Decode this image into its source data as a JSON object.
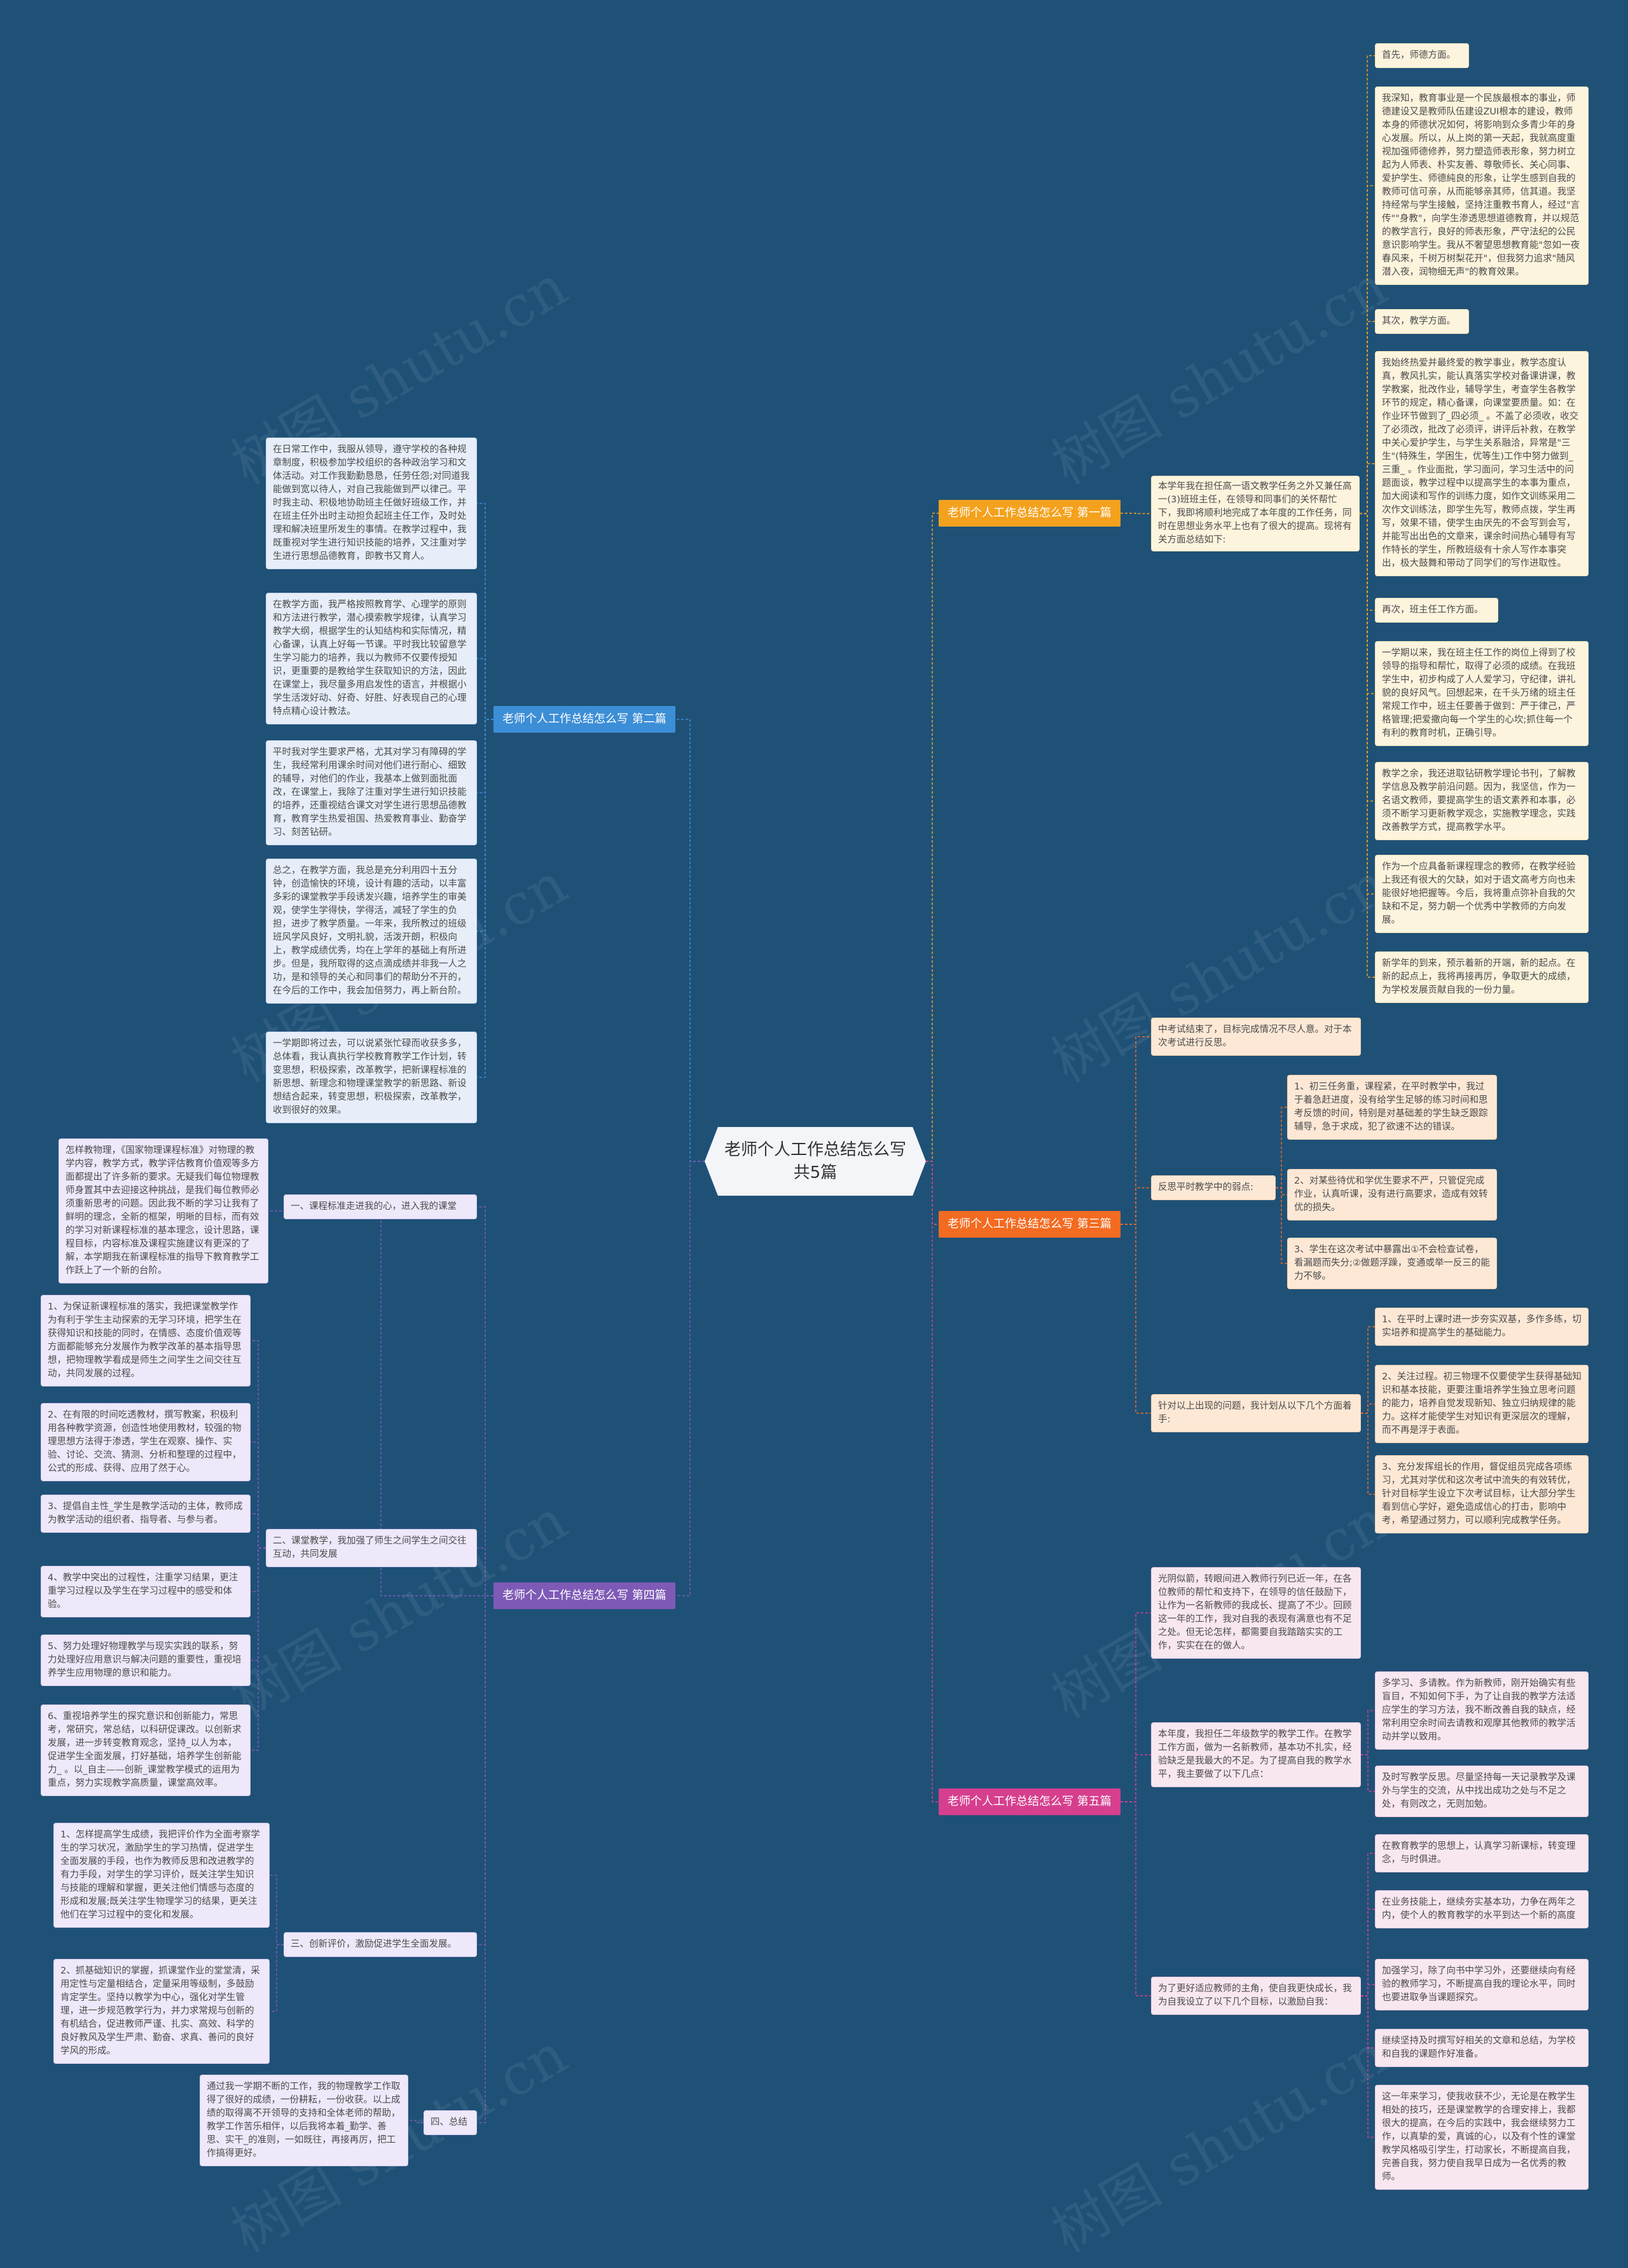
{
  "watermark": "树图 shutu.cn",
  "colors": {
    "background": "#1f5177",
    "branch1": "#f4a11d",
    "branch2": "#3c8ed6",
    "branch3": "#f36b21",
    "branch4": "#7e5ab6",
    "branch5": "#d63f8e"
  },
  "root": "老师个人工作总结怎么写共5篇",
  "b1": {
    "title": "老师个人工作总结怎么写 第一篇",
    "intro": "本学年我在担任高一语文教学任务之外又兼任高一(3)班班主任，在领导和同事们的关怀帮忙下，我即将顺利地完成了本年度的工作任务，同时在思想业务水平上也有了很大的提高。现将有关方面总结如下:",
    "items": [
      "首先，师德方面。",
      "我深知，教育事业是一个民族最根本的事业，师德建设又是教师队伍建设ZUI根本的建设，教师本身的师德状况如何，将影响到众多青少年的身心发展。所以，从上岗的第一天起，我就高度重视加强师德修养，努力塑造师表形象，努力树立起为人师表、朴实友善、尊敬师长、关心同事、爱护学生、师德純良的形象，让学生感到自我的教师可信可亲，从而能够亲其师，信其道。我坚持经常与学生接触，坚持注重教书育人，经过\"言传\"\"身教\"，向学生渗透思想道德教育，并以规范的教学言行，良好的师表形象，严守法纪的公民意识影响学生。我从不奢望思想教育能\"忽如一夜春风来，千树万树梨花开\"，但我努力追求\"随风潜入夜，润物细无声\"的教育效果。",
      "其次，教学方面。",
      "我始终热爱并最终爱的教学事业，教学态度认真，教风扎实，能认真落实学校对备课讲课，教学教案，批改作业，辅导学生，考查学生各教学环节的规定，精心备课，向课堂要质量。如：在作业环节做到了_四必须_ 。不盖了必须收，收交了必须改，批改了必须评，讲评后补救，在教学中关心爱护学生，与学生关系融洽，异常是\"三生\"(特殊生，学困生，优等生)工作中努力做到_三重_ 。作业面批，学习面问，学习生活中的问题面谈，教学过程中以提高学生的本事为重点，加大阅读和写作的训练力度，如作文训练采用二次作文训练法，即学生先写，教师点拨，学生再写，效果不错，使学生由厌先的不会写到会写，并能写出出色的文章来，课余时间热心辅导有写作特长的学生，所教班级有十余人写作本事突出，极大鼓舞和带动了同学们的写作进取性。",
      "再次，班主任工作方面。",
      "一学期以来，我在班主任工作的岗位上得到了校领导的指导和帮忙，取得了必须的成绩。在我班学生中，初步构成了人人爱学习，守纪律，讲礼貌的良好风气。回想起来，在千头万绪的班主任常规工作中，班主任要善于做到：严于律己，严格管理;把爱撒向每一个学生的心坎;抓住每一个有利的教育时机，正确引导。",
      "教学之余，我还进取钻研教学理论书刊，了解教学信息及教学前沿问题。因为，我坚信，作为一名语文教师，要提高学生的语文素养和本事，必须不断学习更新教学观念，实施教学理念，实践改善教学方式，提高教学水平。",
      "作为一个应具备新课程理念的教师，在教学经验上我还有很大的欠缺，如对于语文高考方向也未能很好地把握等。今后，我将重点弥补自我的欠缺和不足，努力朝一个优秀中学教师的方向发展。",
      "新学年的到来，预示着新的开端，新的起点。在新的起点上，我将再接再厉，争取更大的成绩，为学校发展贡献自我的一份力量。"
    ]
  },
  "b2": {
    "title": "老师个人工作总结怎么写 第二篇",
    "items": [
      "在日常工作中，我服从领导，遵守学校的各种规章制度，积极参加学校组织的各种政治学习和文体活动。对工作我勤勤恳恳，任劳任怨;对同道我能做到宽以待人，对自己我能做到严以律己。平时我主动、积极地协助班主任做好班级工作，并在班主任外出时主动担负起班主任工作，及时处理和解决班里所发生的事情。在教学过程中，我既重视对学生进行知识技能的培养，又注重对学生进行思想品德教育，即教书又育人。",
      "在教学方面，我严格按照教育学、心理学的原则和方法进行教学，潜心摸索教学规律，认真学习教学大纲，根据学生的认知结构和实际情况，精心备课，认真上好每一节课。平时我比较留意学生学习能力的培养，我以为教师不仅要传授知识，更重要的是教给学生获取知识的方法，因此在课堂上，我尽量多用启发性的语言，并根据小学生活泼好动、好奇、好胜、好表现自己的心理特点精心设计教法。",
      "平时我对学生要求严格，尤其对学习有障碍的学生，我经常利用课余时间对他们进行耐心、细致的辅导，对他们的作业，我基本上做到面批面改，在课堂上，我除了注重对学生进行知识技能的培养，还重视结合课文对学生进行思想品德教育，教育学生热爱祖国、热爱教育事业、勤奋学习、刻苦钻研。",
      "总之，在教学方面，我总是充分利用四十五分钟，创造愉快的环境，设计有趣的活动，以丰富多彩的课堂教学手段诱发兴趣，培养学生的审美观，使学生学得快，学得活，减轻了学生的负担，进步了教学质量。一年来，我所教过的班级班风学风良好，文明礼貌，活泼开朗，积极向上，教学成绩优秀，均在上学年的基础上有所进步。但是，我所取得的这点滴成绩并非我一人之功，是和领导的关心和同事们的帮助分不开的，在今后的工作中，我会加倍努力，再上新台阶。",
      "一学期即将过去，可以说紧张忙碌而收获多多，总体看，我认真执行学校教育教学工作计划，转变思想，积极探索，改革教学，把新课程标准的新思想、新理念和物理课堂教学的新思路、新设想结合起来，转变思想，积极探索，改革教学，收到很好的效果。"
    ]
  },
  "b3": {
    "title": "老师个人工作总结怎么写 第三篇",
    "intro": "中考试结束了，目标完成情况不尽人意。对于本次考试进行反思。",
    "sub1": "反思平时教学中的弱点:",
    "sub1_items": [
      "1、初三任务重，课程紧，在平时教学中，我过于着急赶进度，没有给学生足够的练习时间和思考反馈的时间，特别是对基础差的学生缺乏跟踪辅导，急于求成，犯了欲速不达的错误。",
      "2、对某些待优和学优生要求不严，只管促完成作业，认真听课，没有进行高要求，造成有效转优的损失。",
      "3、学生在这次考试中暴露出①不会检查试卷，看漏题而失分;②做题浮躁，变通或举一反三的能力不够。"
    ],
    "sub2": "针对以上出现的问题，我计划从以下几个方面着手:",
    "sub2_items": [
      "1、在平时上课时进一步夯实双基，多作多练，切实培养和提高学生的基础能力。",
      "2、关注过程。初三物理不仅要使学生获得基础知识和基本技能，更要注重培养学生独立思考问题的能力，培养自觉发现新知、独立归纳规律的能力。这样才能使学生对知识有更深层次的理解，而不再是浮于表面。",
      "3、充分发挥组长的作用，督促组员完成各项练习，尤其对学优和这次考试中流失的有效转优，针对目标学生设立下次考试目标，让大部分学生看到信心学好，避免造成信心的打击，影响中考，希望通过努力，可以顺利完成教学任务。"
    ]
  },
  "b4": {
    "title": "老师个人工作总结怎么写 第四篇",
    "intro": "怎样教物理，《国家物理课程标准》对物理的教学内容，教学方式，教学评估教育价值观等多方面都提出了许多新的要求。无疑我们每位物理教师身置其中去迎接这种挑战，是我们每位教师必须重新思考的问题。因此我不断的学习让我有了鲜明的理念，全新的框架，明晰的目标，而有效的学习对新课程标准的基本理念，设计思路，课程目标，内容标准及课程实施建议有更深的了解，本学期我在新课程标准的指导下教育教学工作跃上了一个新的台阶。",
    "sec1": "一、课程标准走进我的心，进入我的课堂",
    "sec2": "二、课堂教学，我加强了师生之间学生之间交往互动，共同发展",
    "sec2_items": [
      "1、为保证新课程标准的落实，我把课堂教学作为有利于学生主动探索的无学习环境，把学生在获得知识和技能的同时，在情感、态度价值观等方面都能够充分发展作为教学改革的基本指导思想，把物理教学看成是师生之间学生之间交往互动，共同发展的过程。",
      "2、在有限的时间吃透教材，撰写教案，积极利用各种教学资源，创造性地使用教材，较强的物理思想方法得于渗透，学生在观察、操作、实验、讨论、交流、猜测、分析和整理的过程中，公式的形成、获得、应用了然于心。",
      "3、提倡自主性_学生是教学活动的主体，教师成为教学活动的组织者、指导者、与参与者。",
      "4、教学中突出的过程性，注重学习结果，更注重学习过程以及学生在学习过程中的感受和体验。",
      "5、努力处理好物理教学与现实实践的联系，努力处理好应用意识与解决问题的重要性，重视培养学生应用物理的意识和能力。",
      "6、重视培养学生的探究意识和创新能力，常思考，常研究，常总结，以科研促课改。以创新求发展，进一步转变教育观念，坚持_以人为本，促进学生全面发展，打好基础，培养学生创新能力_ 。以_自主——创新_课堂教学模式的运用为重点，努力实现教学高质量，课堂高效率。"
    ],
    "sec3": "三、创新评价，激励促进学生全面发展。",
    "sec3_items": [
      "1、怎样提高学生成绩，我把评价作为全面考察学生的学习状况，激励学生的学习热情，促进学生全面发展的手段，也作为教师反思和改进教学的有力手段，对学生的学习评价，既关注学生知识与技能的理解和掌握，更关注他们情感与态度的形成和发展;既关注学生物理学习的结果，更关注他们在学习过程中的变化和发展。",
      "2、抓基础知识的掌握，抓课堂作业的堂堂清，采用定性与定量相结合，定量采用等级制，多鼓励肯定学生。坚持以教学为中心，强化对学生管理，进一步规范教学行为，并力求常规与创新的有机结合，促进教师严谨、扎实、高效、科学的良好教风及学生严肃、勤奋、求真、善问的良好学风的形成。"
    ],
    "sec4": "四、总结",
    "sec4_items": [
      "通过我一学期不断的工作，我的物理教学工作取得了很好的成绩，一份耕耘，一份收获。以上成绩的取得离不开领导的支持和全体老师的帮助，教学工作苦乐相伴，以后我将本着_勤学、善思、实干_的准则，一如既往，再接再厉，把工作搞得更好。"
    ]
  },
  "b5": {
    "title": "老师个人工作总结怎么写 第五篇",
    "intro": "光阴似箭，转眼间进入教师行列已近一年，在各位教师的帮忙和支持下，在领导的信任鼓励下，让作为一名新教师的我成长、提高了不少。回顾这一年的工作，我对自我的表现有满意也有不足之处。但无论怎样，都需要自我踏踏实实的工作，实实在在的做人。",
    "sub1": "本年度，我担任二年级数学的教学工作。在教学工作方面，做为一名新教师，基本功不扎实，经验缺乏是我最大的不足。为了提高自我的教学水平，我主要做了以下几点：",
    "sub1_items": [
      "多学习、多请教。作为新教师，刚开始确实有些盲目，不知如何下手，为了让自我的教学方法适应学生的学习方法，我不断改善自我的缺点，经常利用空余时间去请教和观摩其他教师的教学活动并学以致用。",
      "及时写教学反思。尽量坚持每一天记录教学及课外与学生的交流，从中找出成功之处与不足之处，有则改之，无则加勉。"
    ],
    "sub2": "为了更好适应教师的主角，使自我更快成长，我为自我设立了以下几个目标，以激励自我：",
    "sub2_items": [
      "在教育教学的思想上，认真学习新课标，转变理念，与时俱进。",
      "在业务技能上，继续夯实基本功，力争在两年之内，使个人的教育教学的水平到达一个新的高度",
      "加强学习，除了向书中学习外，还要继续向有经验的教师学习，不断提高自我的理论水平，同时也要进取争当课题探究。",
      "继续坚持及时撰写好相关的文章和总结，为学校和自我的课题作好准备。",
      "这一年来学习，使我收获不少，无论是在教学生相处的技巧，还是课堂教学的合理安排上，我都很大的提高，在今后的实践中，我会继续努力工作，以真挚的爱，真诚的心，以及有个性的课堂教学风格吸引学生，打动家长，不断提高自我，完善自我，努力使自我早日成为一名优秀的教师。"
    ]
  }
}
